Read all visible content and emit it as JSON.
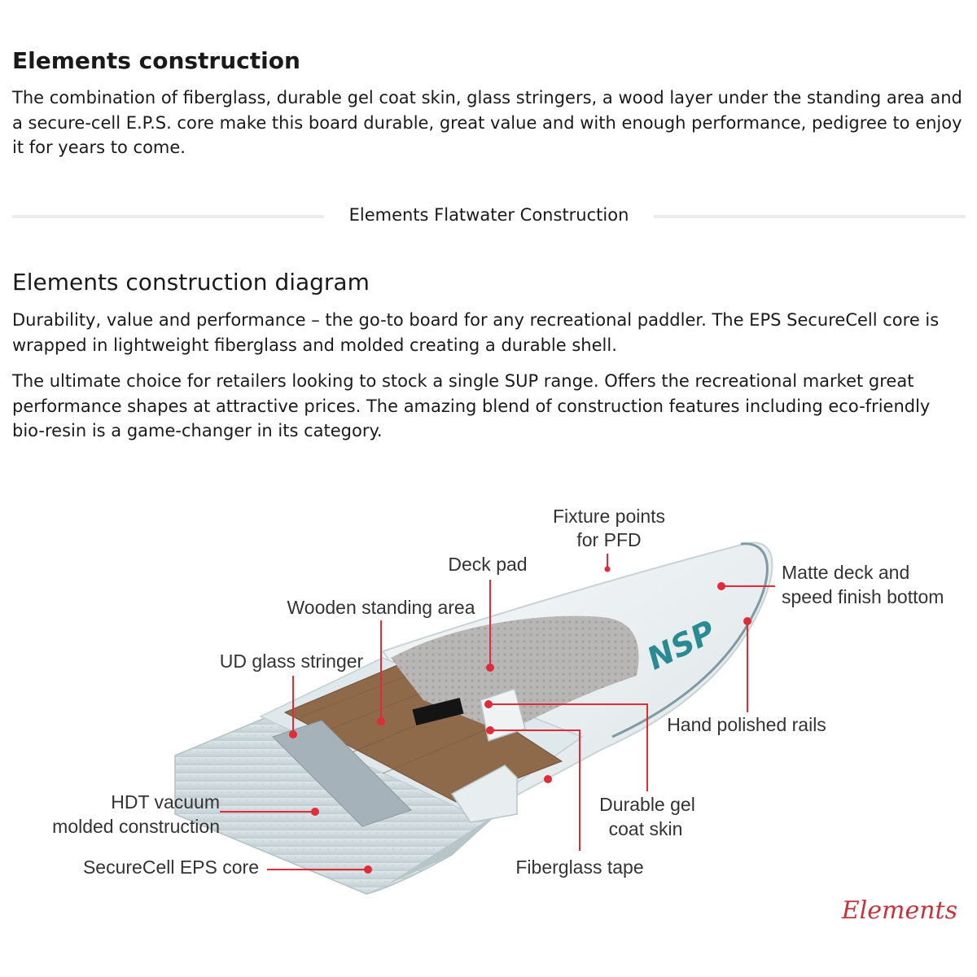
{
  "section1": {
    "title": "Elements construction",
    "body": "The combination of fiberglass, durable gel coat skin, glass stringers, a wood layer under the standing area and a secure-cell E.P.S. core make this board durable, great value and with enough performance, pedigree to enjoy it for years to come."
  },
  "divider_label": "Elements Flatwater Construction",
  "section2": {
    "title": "Elements construction diagram",
    "paragraphs": [
      "Durability, value and performance – the go-to board for any recreational paddler. The EPS SecureCell core is wrapped in lightweight fiberglass and molded creating a durable shell.",
      "The ultimate choice for retailers looking to stock a single SUP range. Offers the recreational market great performance shapes at attractive prices. The amazing blend of construction features including eco-friendly bio-resin is a game-changer in its category."
    ]
  },
  "diagram": {
    "labels": {
      "fixture_line1": "Fixture points",
      "fixture_line2": "for PFD",
      "deck_pad": "Deck pad",
      "matte_line1": "Matte deck and",
      "matte_line2": "speed finish bottom",
      "wooden": "Wooden standing area",
      "ud_glass": "UD glass stringer",
      "hand_polished": "Hand polished rails",
      "hdt_line1": "HDT vacuum",
      "hdt_line2": "molded construction",
      "durable_line1": "Durable gel",
      "durable_line2": "coat skin",
      "securecell": "SecureCell EPS core",
      "fiberglass_tape": "Fiberglass tape"
    },
    "board_logo": "NSP",
    "brand_signature": "Elements",
    "colors": {
      "leader": "#e02c36",
      "logo": "#2a8a93",
      "brand": "#c8323c"
    }
  }
}
